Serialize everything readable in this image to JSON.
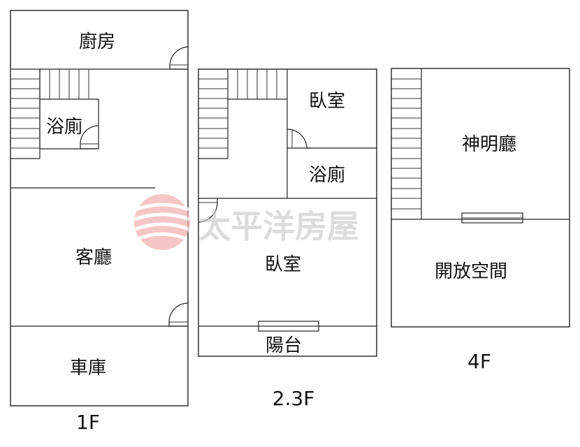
{
  "floor_1": {
    "label": "1F",
    "rooms": {
      "kitchen": "廚房",
      "bathroom": "浴廁",
      "living_room": "客廳",
      "garage": "車庫"
    }
  },
  "floor_2_3": {
    "label": "2.3F",
    "rooms": {
      "bedroom_small": "臥室",
      "bathroom": "浴廁",
      "bedroom_large": "臥室",
      "balcony": "陽台"
    }
  },
  "floor_4": {
    "label": "4F",
    "rooms": {
      "shrine_hall": "神明廳",
      "open_space": "開放空間"
    }
  },
  "watermark": {
    "text": "太平洋房屋",
    "logo_color": "#e05050"
  }
}
